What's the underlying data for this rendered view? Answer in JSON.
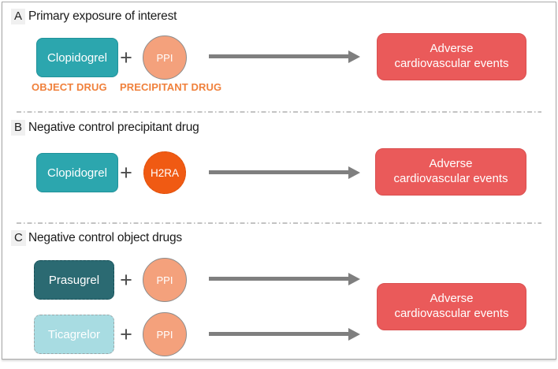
{
  "figure": {
    "plus_sign": "+",
    "panels": [
      {
        "id": "A",
        "title": "Primary exposure of interest",
        "object_drug": "Clopidogrel",
        "precipitant_drug": "PPI",
        "outcome": "Adverse cardiovascular events",
        "object_label": "OBJECT DRUG",
        "precipitant_label": "PRECIPITANT DRUG"
      },
      {
        "id": "B",
        "title": "Negative control precipitant drug",
        "object_drug": "Clopidogrel",
        "precipitant_drug": "H2RA",
        "outcome": "Adverse cardiovascular events"
      },
      {
        "id": "C",
        "title": "Negative control object drugs",
        "rows": [
          {
            "object_drug": "Prasugrel",
            "precipitant_drug": "PPI"
          },
          {
            "object_drug": "Ticagrelor",
            "precipitant_drug": "PPI"
          }
        ],
        "outcome": "Adverse cardiovascular events"
      }
    ],
    "colors": {
      "object_teal": "#2ca6ae",
      "object_dark_teal": "#2b6a72",
      "object_light_teal": "#a8dce2",
      "precipitant_peach": "#f4a17c",
      "precipitant_orange": "#f05a13",
      "outcome_red": "#ea5a5a",
      "role_label_orange": "#f0813c",
      "arrow_gray": "#7f7f7f"
    }
  }
}
